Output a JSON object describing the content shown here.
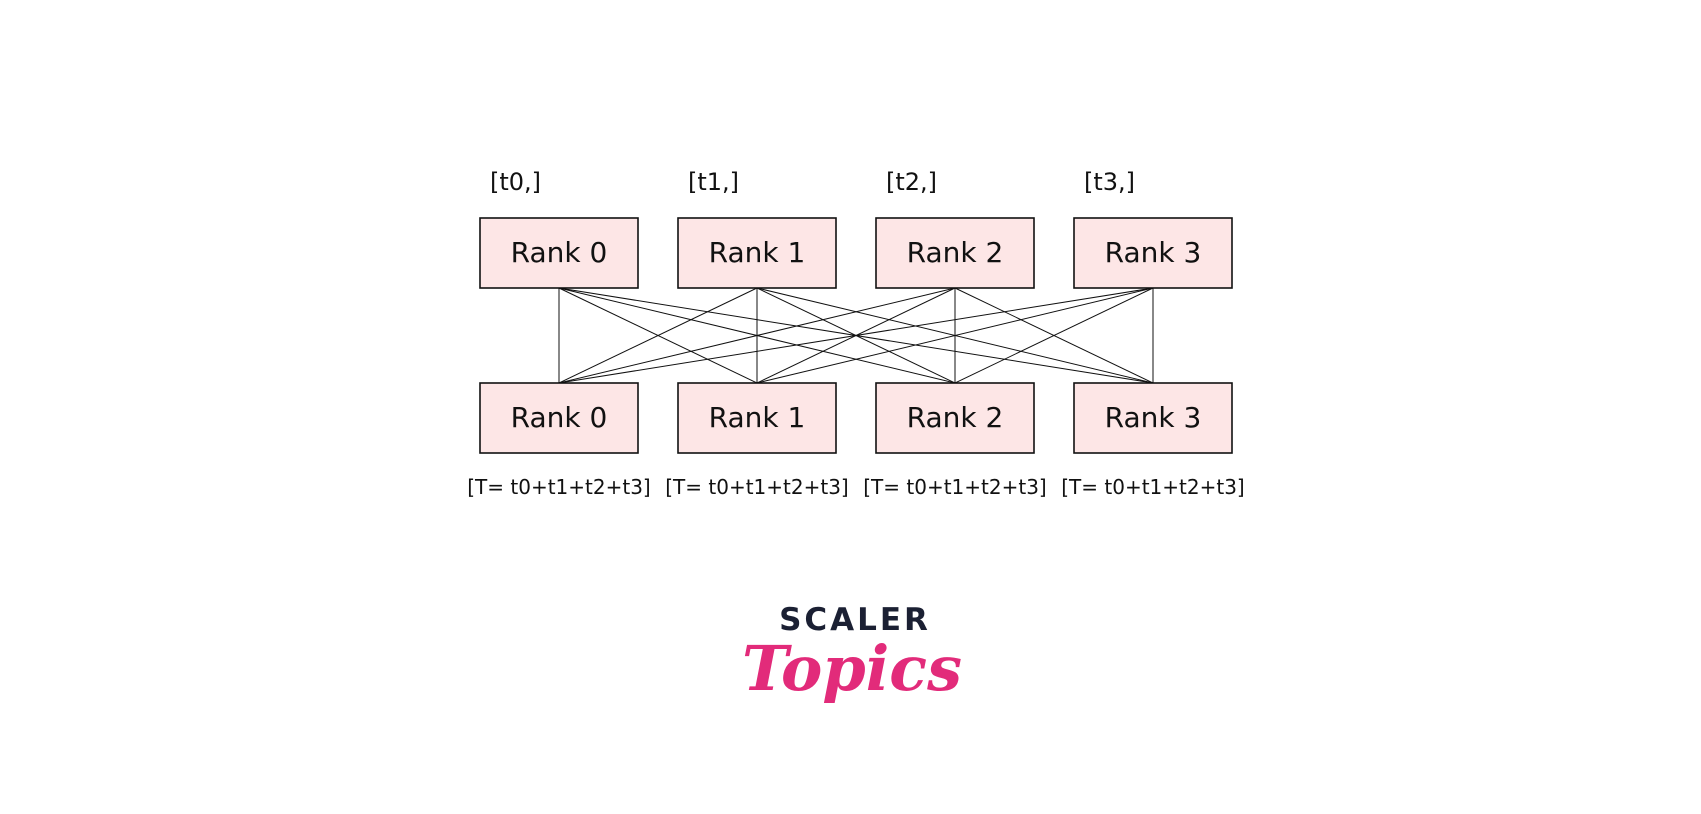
{
  "diagram": {
    "top_nodes": [
      {
        "label": "Rank 0",
        "input": "[t0,]"
      },
      {
        "label": "Rank 1",
        "input": "[t1,]"
      },
      {
        "label": "Rank 2",
        "input": "[t2,]"
      },
      {
        "label": "Rank 3",
        "input": "[t3,]"
      }
    ],
    "bottom_nodes": [
      {
        "label": "Rank 0",
        "output": "[T= t0+t1+t2+t3]"
      },
      {
        "label": "Rank 1",
        "output": "[T= t0+t1+t2+t3]"
      },
      {
        "label": "Rank 2",
        "output": "[T= t0+t1+t2+t3]"
      },
      {
        "label": "Rank 3",
        "output": "[T= t0+t1+t2+t3]"
      }
    ],
    "connections": "all-to-all",
    "colors": {
      "box_fill": "#fde6e6",
      "box_stroke": "#111111",
      "line": "#111111"
    }
  },
  "logo": {
    "line1": "SCALER",
    "line2": "Topics",
    "colors": {
      "line1": "#1b2033",
      "line2": "#e22b7a"
    }
  }
}
